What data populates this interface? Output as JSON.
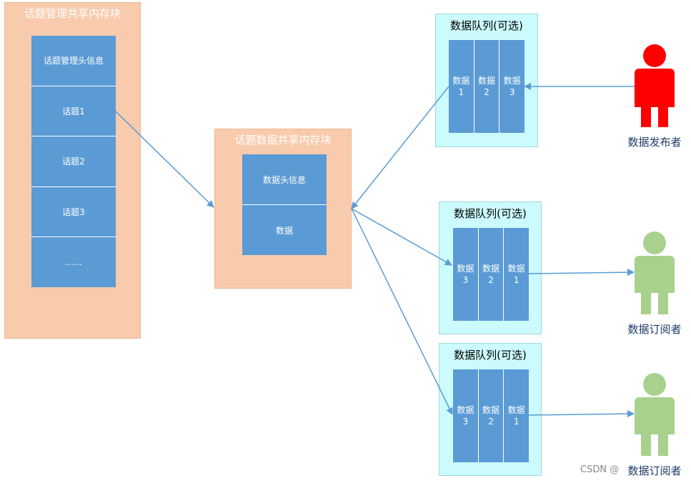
{
  "topic_block": {
    "title": "话题管理共享内存块",
    "cells": [
      "话题管理头信息",
      "话题1",
      "话题2",
      "话题3",
      "……"
    ]
  },
  "data_block": {
    "title": "话题数据共享内存块",
    "cells": [
      "数据头信息",
      "数据"
    ]
  },
  "queues": [
    {
      "title": "数据队列(可选)",
      "cells": [
        [
          "数据",
          "1"
        ],
        [
          "数据",
          "2"
        ],
        [
          "数据",
          "3"
        ]
      ]
    },
    {
      "title": "数据队列(可选)",
      "cells": [
        [
          "数据",
          "3"
        ],
        [
          "数据",
          "2"
        ],
        [
          "数据",
          "1"
        ]
      ]
    },
    {
      "title": "数据队列(可选)",
      "cells": [
        [
          "数据",
          "3"
        ],
        [
          "数据",
          "2"
        ],
        [
          "数据",
          "1"
        ]
      ]
    }
  ],
  "publisher": {
    "label": "数据发布者",
    "color": "#ff0000"
  },
  "subscribers": [
    {
      "label": "数据订阅者",
      "color": "#a9d18e"
    },
    {
      "label": "数据订阅者",
      "color": "#a9d18e"
    }
  ],
  "arrow_color": "#5b9bd5",
  "watermark": "CSDN @"
}
